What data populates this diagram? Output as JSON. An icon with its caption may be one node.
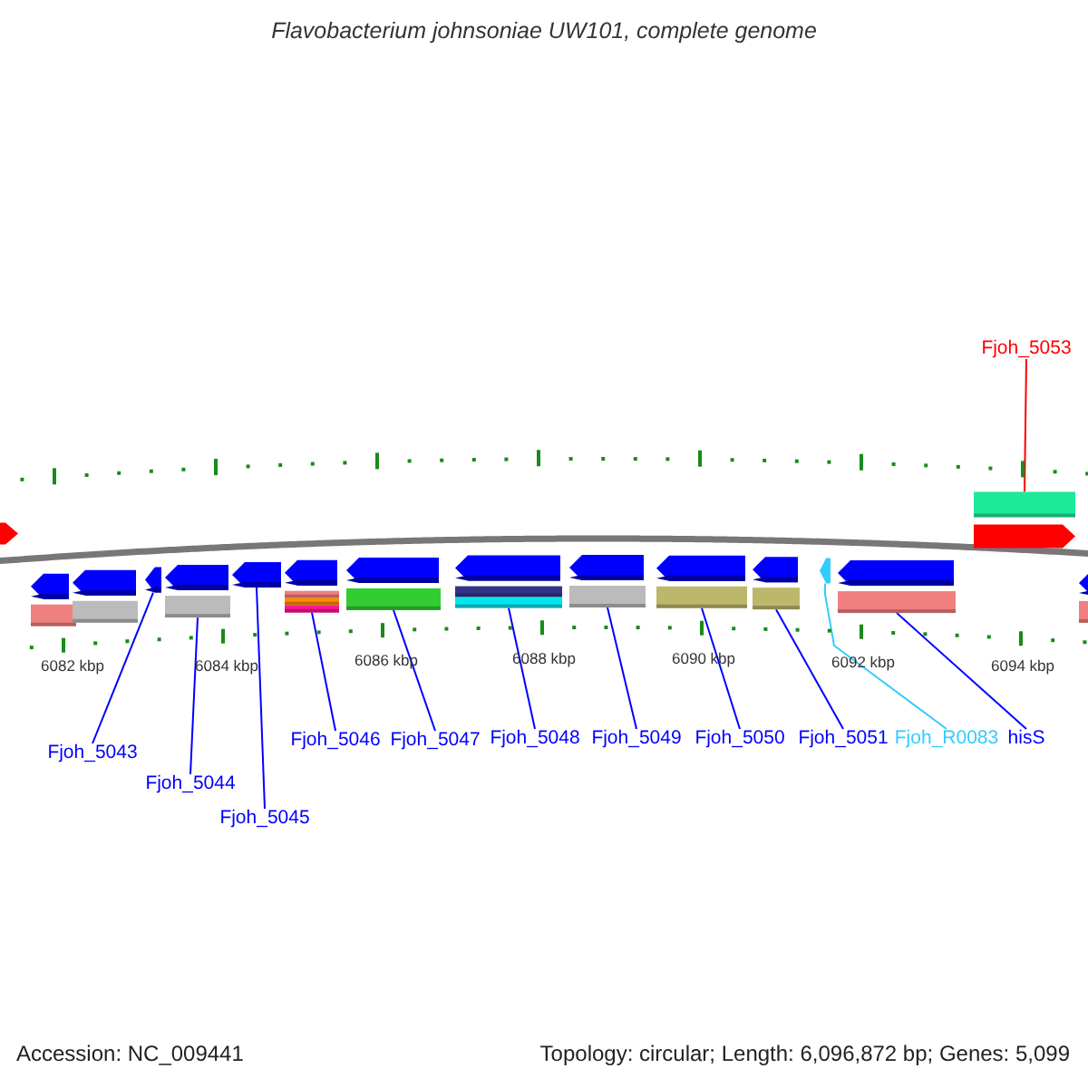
{
  "diagram": {
    "title": "Flavobacterium johnsoniae UW101, complete genome",
    "nodes": [
      {
        "text": [
          "Fjoh_5053"
        ]
      },
      {
        "text": [
          "Fjoh_5043"
        ]
      },
      {
        "text": [
          "Fjoh_5044"
        ]
      },
      {
        "text": [
          "Fjoh_5045"
        ]
      },
      {
        "text": [
          "Fjoh_5046"
        ]
      },
      {
        "text": [
          "Fjoh_5047"
        ]
      },
      {
        "text": [
          "Fjoh_5048"
        ]
      },
      {
        "text": [
          "Fjoh_5049"
        ]
      },
      {
        "text": [
          "Fjoh_5050"
        ]
      },
      {
        "text": [
          "Fjoh_5051"
        ]
      },
      {
        "text": [
          "Fjoh_R0083"
        ]
      },
      {
        "text": [
          "hisS"
        ]
      },
      {
        "text": [],
        "shape": "bar"
      },
      {
        "text": [],
        "shape": "bar"
      },
      {
        "text": [],
        "shape": "bar"
      },
      {
        "text": [],
        "shape": "bar"
      },
      {
        "text": [],
        "shape": "bar"
      },
      {
        "text": [],
        "shape": "bar"
      },
      {
        "text": [],
        "shape": "bar"
      },
      {
        "text": [],
        "shape": "bar"
      },
      {
        "text": [],
        "shape": "bar"
      },
      {
        "text": [],
        "shape": "bar"
      },
      {
        "text": [],
        "shape": "bar"
      },
      {
        "text": [],
        "shape": "bar"
      },
      {
        "text": [],
        "shape": "bar"
      },
      {
        "text": [],
        "shape": "bar"
      },
      {
        "text": [],
        "shape": "bar"
      },
      {
        "text": [],
        "shape": "bar"
      }
    ],
    "edges": [
      {
        "from": 0,
        "to": 12,
        "arrow": "none",
        "color": "#ff0000"
      },
      {
        "from": 1,
        "to": 13,
        "arrow": "none"
      },
      {
        "from": 2,
        "to": 14,
        "arrow": "none"
      },
      {
        "from": 3,
        "to": 15,
        "arrow": "none"
      },
      {
        "from": 4,
        "to": 16,
        "arrow": "none"
      },
      {
        "from": 5,
        "to": 17,
        "arrow": "none"
      },
      {
        "from": 6,
        "to": 18,
        "arrow": "none"
      },
      {
        "from": 7,
        "to": 19,
        "arrow": "none"
      },
      {
        "from": 8,
        "to": 20,
        "arrow": "none"
      },
      {
        "from": 9,
        "to": 21,
        "arrow": "none"
      },
      {
        "from": 10,
        "to": 22,
        "arrow": "none",
        "color": "#33ccff"
      },
      {
        "from": 11,
        "to": 23,
        "arrow": "none"
      }
    ],
    "labels": [
      "6082 kbp",
      "6084 kbp",
      "6086 kbp",
      "6088 kbp",
      "6090 kbp",
      "6092 kbp",
      "6094 kbp",
      "Accession: NC_009441",
      "Topology: circular; Length: 6,096,872 bp; Genes: 5,099"
    ]
  }
}
